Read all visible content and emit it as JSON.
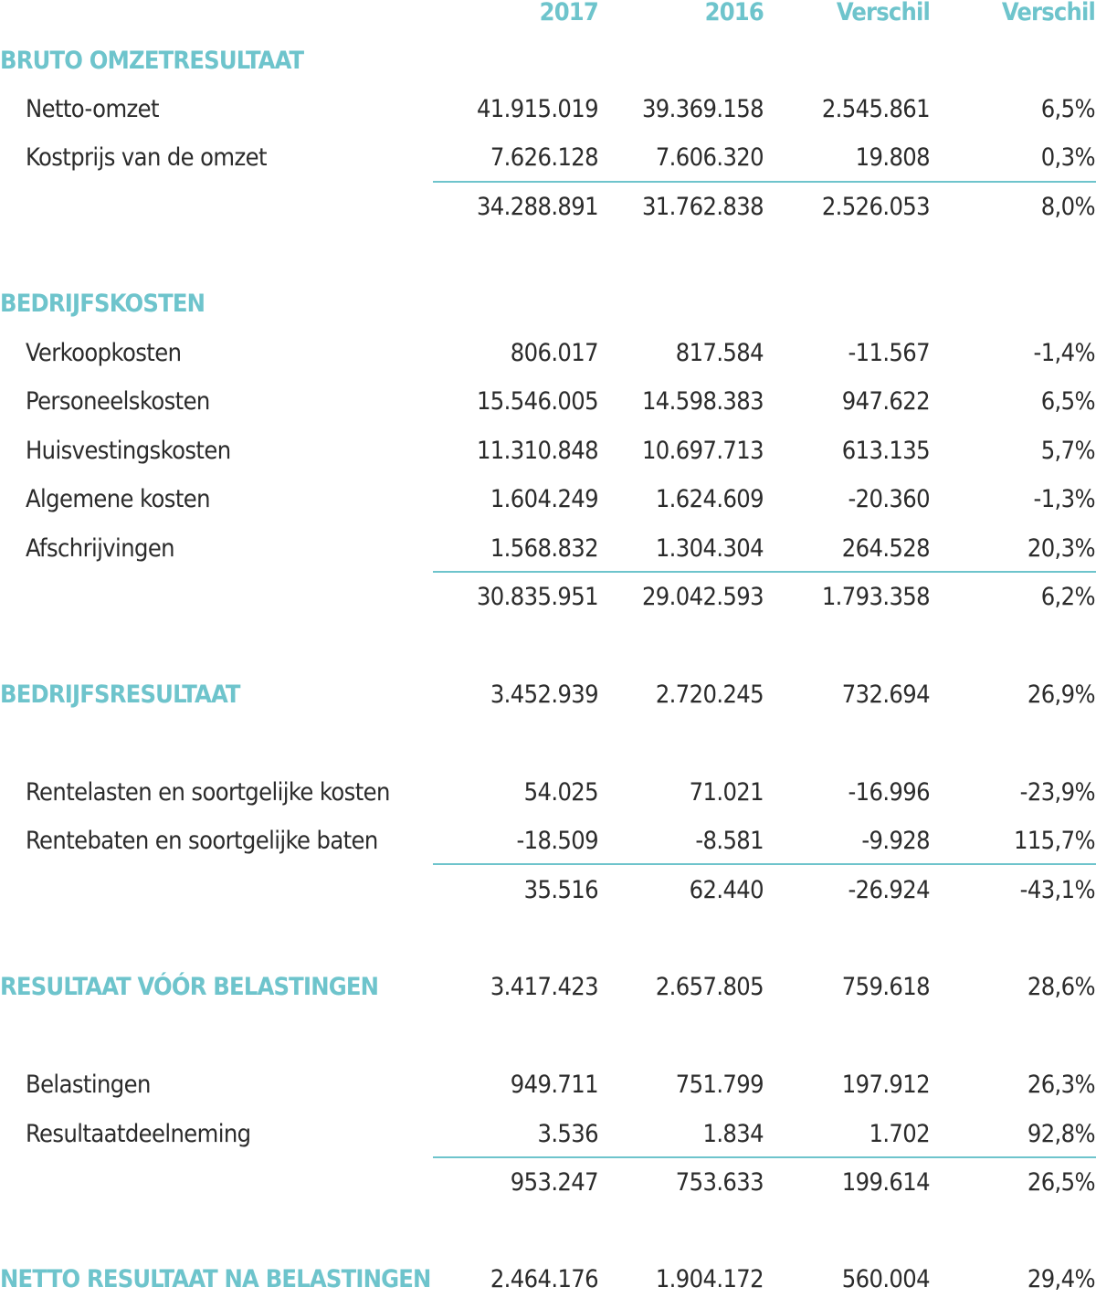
{
  "header": {
    "col_2017": "2017",
    "col_2016": "2016",
    "col_diff": "Verschil",
    "col_pct": "Verschil"
  },
  "rows": [
    {
      "kind": "section",
      "label": "BRUTO OMZETRESULTAAT",
      "v2017": "",
      "v2016": "",
      "diff": "",
      "pct": ""
    },
    {
      "kind": "item",
      "label": "Netto-omzet",
      "v2017": "41.915.019",
      "v2016": "39.369.158",
      "diff": "2.545.861",
      "pct": "6,5%"
    },
    {
      "kind": "item",
      "label": "Kostprijs van de omzet",
      "v2017": "7.626.128",
      "v2016": "7.606.320",
      "diff": "19.808",
      "pct": "0,3%"
    },
    {
      "kind": "subtotal",
      "label": "",
      "v2017": "34.288.891",
      "v2016": "31.762.838",
      "diff": "2.526.053",
      "pct": "8,0%"
    },
    {
      "kind": "section",
      "label": "BEDRIJFSKOSTEN",
      "v2017": "",
      "v2016": "",
      "diff": "",
      "pct": ""
    },
    {
      "kind": "item",
      "label": "Verkoopkosten",
      "v2017": "806.017",
      "v2016": "817.584",
      "diff": "-11.567",
      "pct": "-1,4%"
    },
    {
      "kind": "item",
      "label": "Personeelskosten",
      "v2017": "15.546.005",
      "v2016": "14.598.383",
      "diff": "947.622",
      "pct": "6,5%"
    },
    {
      "kind": "item",
      "label": "Huisvestingskosten",
      "v2017": "11.310.848",
      "v2016": "10.697.713",
      "diff": "613.135",
      "pct": "5,7%"
    },
    {
      "kind": "item",
      "label": "Algemene kosten",
      "v2017": "1.604.249",
      "v2016": "1.624.609",
      "diff": "-20.360",
      "pct": "-1,3%"
    },
    {
      "kind": "item",
      "label": "Afschrijvingen",
      "v2017": "1.568.832",
      "v2016": "1.304.304",
      "diff": "264.528",
      "pct": "20,3%"
    },
    {
      "kind": "subtotal",
      "label": "",
      "v2017": "30.835.951",
      "v2016": "29.042.593",
      "diff": "1.793.358",
      "pct": "6,2%"
    },
    {
      "kind": "result",
      "label": "BEDRIJFSRESULTAAT",
      "v2017": "3.452.939",
      "v2016": "2.720.245",
      "diff": "732.694",
      "pct": "26,9%"
    },
    {
      "kind": "item",
      "label": "Rentelasten en soortgelijke kosten",
      "v2017": "54.025",
      "v2016": "71.021",
      "diff": "-16.996",
      "pct": "-23,9%"
    },
    {
      "kind": "item",
      "label": "Rentebaten en soortgelijke baten",
      "v2017": "-18.509",
      "v2016": "-8.581",
      "diff": "-9.928",
      "pct": "115,7%"
    },
    {
      "kind": "subtotal",
      "label": "",
      "v2017": "35.516",
      "v2016": "62.440",
      "diff": "-26.924",
      "pct": "-43,1%"
    },
    {
      "kind": "result",
      "label": "RESULTAAT VÓÓR BELASTINGEN",
      "v2017": "3.417.423",
      "v2016": "2.657.805",
      "diff": "759.618",
      "pct": "28,6%"
    },
    {
      "kind": "item",
      "label": "Belastingen",
      "v2017": "949.711",
      "v2016": "751.799",
      "diff": "197.912",
      "pct": "26,3%"
    },
    {
      "kind": "item",
      "label": "Resultaatdeelneming",
      "v2017": "3.536",
      "v2016": "1.834",
      "diff": "1.702",
      "pct": "92,8%"
    },
    {
      "kind": "subtotal",
      "label": "",
      "v2017": "953.247",
      "v2016": "753.633",
      "diff": "199.614",
      "pct": "26,5%"
    },
    {
      "kind": "result",
      "label": "NETTO RESULTAAT NA BELASTINGEN",
      "v2017": "2.464.176",
      "v2016": "1.904.172",
      "diff": "560.004",
      "pct": "29,4%"
    }
  ],
  "colors": {
    "accent": "#6ec4cc",
    "text": "#2b2b2b"
  }
}
